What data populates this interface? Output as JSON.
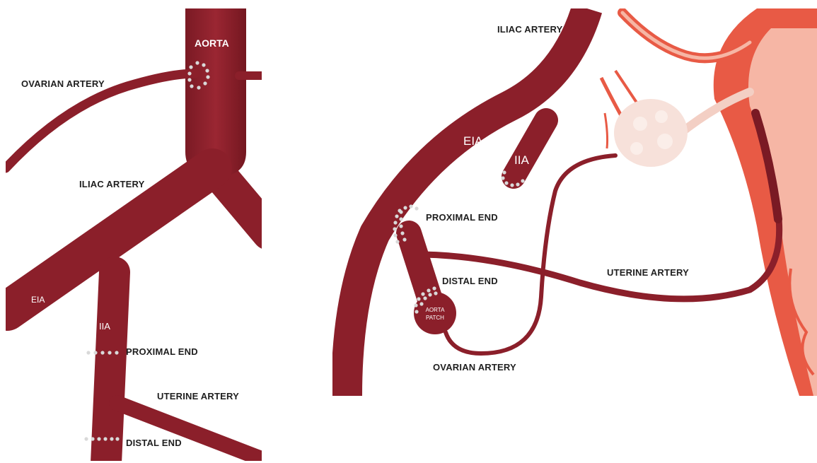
{
  "colors": {
    "artery": "#8b1f2a",
    "artery_highlight": "#a62c38",
    "artery_shadow": "#6f1620",
    "suture_dots": "#d9d9d9",
    "uterus": "#e85a45",
    "uterus_light": "#f6b6a5",
    "ovary": "#f7e1da"
  },
  "left_panel": {
    "aorta": "AORTA",
    "ovarian_artery": "OVARIAN ARTERY",
    "iliac_artery": "ILIAC ARTERY",
    "eia": "EIA",
    "iia": "IIA",
    "proximal_end": "PROXIMAL END",
    "uterine_artery": "UTERINE ARTERY",
    "distal_end": "DISTAL END"
  },
  "right_panel": {
    "iliac_artery": "ILIAC ARTERY",
    "eia": "EIA",
    "iia": "IIA",
    "proximal_end": "PROXIMAL END",
    "distal_end": "DISTAL END",
    "aorta_patch_line1": "AORTA",
    "aorta_patch_line2": "PATCH",
    "uterine_artery": "UTERINE ARTERY",
    "ovarian_artery": "OVARIAN ARTERY"
  }
}
